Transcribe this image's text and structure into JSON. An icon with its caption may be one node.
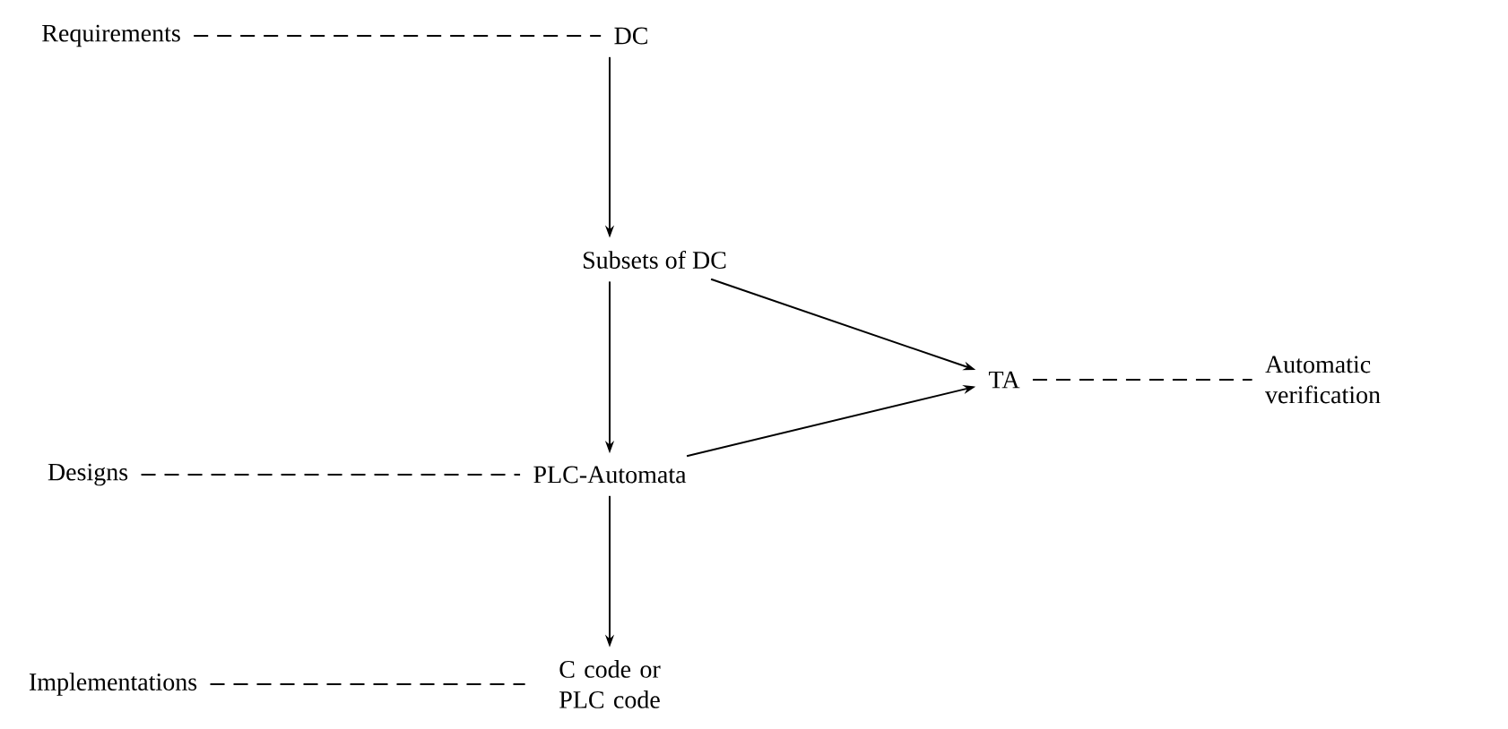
{
  "diagram": {
    "nodes": [
      {
        "text": [
          "Requirements"
        ]
      },
      {
        "text": [
          "DC"
        ]
      },
      {
        "text": [
          "Subsets of DC"
        ]
      },
      {
        "text": [
          "TA"
        ]
      },
      {
        "text": [
          "Automatic verification"
        ]
      },
      {
        "text": [
          "Designs"
        ]
      },
      {
        "text": [
          "PLC-Automata"
        ]
      },
      {
        "text": [
          "Implementations"
        ]
      },
      {
        "text": [
          "C code or PLC code"
        ]
      }
    ],
    "edges": [
      {
        "from": 0,
        "to": 1,
        "arrow": "none",
        "style": "dashed"
      },
      {
        "from": 1,
        "to": 2,
        "arrow": "to"
      },
      {
        "from": 2,
        "to": 3,
        "arrow": "to"
      },
      {
        "from": 6,
        "to": 3,
        "arrow": "to"
      },
      {
        "from": 2,
        "to": 6,
        "arrow": "to"
      },
      {
        "from": 3,
        "to": 4,
        "arrow": "none",
        "style": "dashed"
      },
      {
        "from": 5,
        "to": 6,
        "arrow": "none",
        "style": "dashed"
      },
      {
        "from": 6,
        "to": 8,
        "arrow": "to"
      },
      {
        "from": 7,
        "to": 8,
        "arrow": "none",
        "style": "dashed"
      }
    ]
  }
}
